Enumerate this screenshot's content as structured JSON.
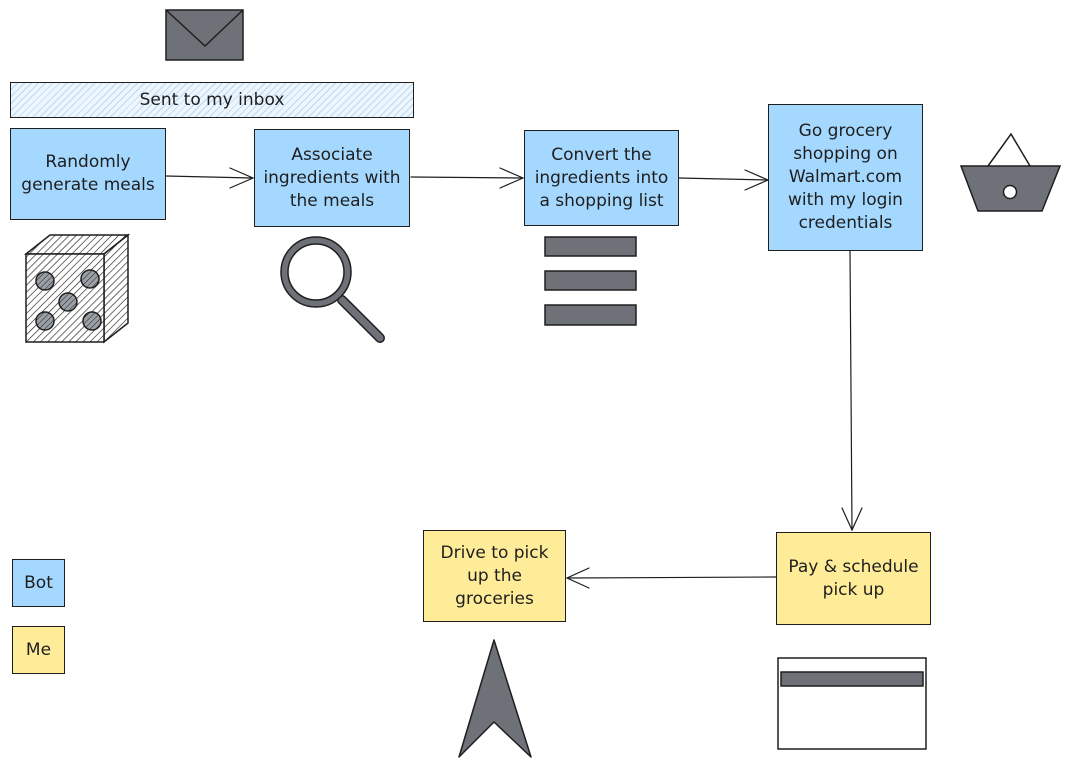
{
  "banner": {
    "text": "Sent to my inbox"
  },
  "steps": {
    "randomly_generate": "Randomly generate meals",
    "associate_ingredients": "Associate ingredients with the meals",
    "convert_list": "Convert the ingredients into a shopping list",
    "go_shopping": "Go grocery shopping on Walmart.com with my login credentials",
    "pay_schedule": "Pay & schedule pick up",
    "drive_pickup": "Drive to pick up the groceries"
  },
  "legend": {
    "bot": "Bot",
    "me": "Me"
  },
  "colors": {
    "bot": "#a5d8ff",
    "me": "#ffec99",
    "icon_fill": "#6e7278",
    "stroke": "#1e1e1e"
  },
  "icons": [
    "envelope-icon",
    "dice-icon",
    "magnifier-icon",
    "list-icon",
    "basket-icon",
    "navigation-arrow-icon",
    "credit-card-icon"
  ]
}
